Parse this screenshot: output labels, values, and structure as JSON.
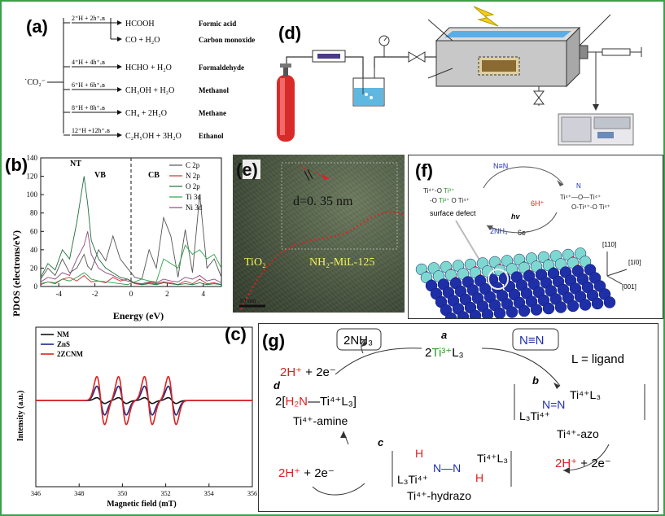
{
  "colors": {
    "frame": "#3aa14a",
    "red": "#e0201f",
    "green": "#2a9a2a",
    "blue": "#1d2fb0"
  },
  "panel_a": {
    "label": "(a)",
    "root": "˙CO₂⁻",
    "reactions": [
      {
        "left": "2⁺H + 2h⁺ᵥʙ",
        "product": "HCOOH",
        "name": "Formic acid"
      },
      {
        "left": "",
        "product": "CO + H₂O",
        "name": "Carbon monoxide"
      },
      {
        "left": "4⁺H + 4h⁺ᵥʙ",
        "product": "HCHO + H₂O",
        "name": "Formaldehyde"
      },
      {
        "left": "6⁺H + 6h⁺ᵥʙ",
        "product": "CH₃OH + H₂O",
        "name": "Methanol"
      },
      {
        "left": "8⁺H + 8h⁺ᵥʙ",
        "product": "CH₄ + 2H₂O",
        "name": "Methane"
      },
      {
        "left": "12⁺H +12h⁺ᵥʙ",
        "product": "C₂H₅OH + 3H₂O",
        "name": "Ethanol"
      }
    ]
  },
  "panel_b": {
    "label": "(b)",
    "nt": "NT",
    "vb": "VB",
    "cb": "CB"
  },
  "panel_c": {
    "label": "(c)"
  },
  "panel_d": {
    "label": "(d)"
  },
  "panel_e": {
    "label": "(e)",
    "d_spacing": "d=0. 35  nm",
    "tio2": "TiO₂",
    "mof": "NH₂-MiL-125",
    "scale": "10 nm"
  },
  "panel_f": {
    "label": "(f)",
    "n2": "N≡N",
    "left_cluster": [
      "Ti⁴⁺—O",
      "Ti³⁺",
      "O",
      "Ti³⁺",
      "O",
      "Ti⁴⁺"
    ],
    "surface_defect": "surface defect",
    "right_cluster": "Ti⁴⁺—O—Ti⁴⁺",
    "six_h": "6H⁺",
    "hv": "hv",
    "nh3": "2NH₃",
    "six_e": "6e⁻",
    "dir_110": "[110]",
    "dir_1bar10": "[1ī0]",
    "dir_001": "[001]"
  },
  "panel_g": {
    "label": "(g)",
    "nh3_box": "2NH₃",
    "n2_box": "N≡N",
    "ligand": "L = ligand",
    "step_a": "a",
    "step_b": "b",
    "step_c": "c",
    "step_d": "d",
    "ti3": "2Ti³⁺L₃",
    "protons_top": "2H⁺ + 2e⁻",
    "protons_right": "2H⁺ + 2e⁻",
    "protons_bottom": "2H⁺ + 2e⁻",
    "amine_formula": "2[H₂N—Ti⁴⁺L₃]",
    "amine_name": "Ti⁴⁺-amine",
    "azo_formula": "[L₃Ti⁴⁺—N=N—Ti⁴⁺L₃]",
    "azo_name": "Ti⁴⁺-azo",
    "hydrazo_name": "Ti⁴⁺-hydrazo"
  },
  "chart_data": [
    {
      "type": "line",
      "panel": "b",
      "xlabel": "Energy (eV)",
      "ylabel": "PDOS (electrons/eV)",
      "xlim": [
        -5,
        5
      ],
      "ylim": [
        0,
        140
      ],
      "xticks": [
        -4,
        -2,
        0,
        2,
        4
      ],
      "yticks": [
        0,
        20,
        40,
        60,
        80,
        100,
        120,
        140
      ],
      "legend": [
        "C 2p",
        "N 2p",
        "O 2p",
        "Ti 3d",
        "Ni 3d"
      ],
      "legend_colors": [
        "#555555",
        "#d03030",
        "#1f6f3f",
        "#2aa14a",
        "#8a4a7a"
      ],
      "x": [
        -5,
        -4.6,
        -4.2,
        -3.8,
        -3.4,
        -3,
        -2.6,
        -2.4,
        -2.2,
        -1.8,
        -1.4,
        -1,
        -0.6,
        -0.2,
        0.2,
        0.6,
        1,
        1.4,
        1.8,
        2.2,
        2.6,
        3,
        3.4,
        3.8,
        4.2,
        4.6,
        5
      ],
      "series": [
        {
          "name": "C 2p",
          "values": [
            8,
            20,
            12,
            30,
            15,
            20,
            35,
            22,
            18,
            40,
            28,
            55,
            30,
            20,
            10,
            8,
            40,
            20,
            75,
            55,
            10,
            62,
            15,
            100,
            20,
            30,
            10
          ]
        },
        {
          "name": "N 2p",
          "values": [
            2,
            5,
            3,
            8,
            10,
            6,
            12,
            8,
            5,
            6,
            4,
            10,
            6,
            8,
            3,
            2,
            4,
            3,
            5,
            4,
            2,
            6,
            3,
            8,
            3,
            4,
            2
          ]
        },
        {
          "name": "O 2p",
          "values": [
            10,
            25,
            18,
            40,
            30,
            70,
            120,
            90,
            50,
            30,
            20,
            15,
            10,
            8,
            4,
            2,
            3,
            2,
            4,
            3,
            2,
            3,
            2,
            4,
            2,
            3,
            2
          ]
        },
        {
          "name": "Ti 3d",
          "values": [
            3,
            5,
            4,
            8,
            6,
            10,
            15,
            12,
            8,
            6,
            5,
            4,
            3,
            2,
            5,
            8,
            6,
            5,
            30,
            25,
            20,
            45,
            35,
            40,
            30,
            35,
            20
          ]
        },
        {
          "name": "Ni 3d",
          "values": [
            5,
            10,
            8,
            15,
            12,
            30,
            45,
            60,
            35,
            20,
            15,
            12,
            8,
            6,
            4,
            3,
            5,
            4,
            8,
            6,
            5,
            10,
            8,
            12,
            6,
            8,
            4
          ]
        }
      ]
    },
    {
      "type": "line",
      "panel": "c",
      "xlabel": "Magnetic field (mT)",
      "ylabel": "Intensity (a.u.)",
      "xlim": [
        346,
        356
      ],
      "xticks": [
        346,
        348,
        350,
        352,
        354,
        356
      ],
      "legend": [
        "NM",
        "ZnS",
        "2ZCNM"
      ],
      "legend_colors": [
        "#111111",
        "#1a2a8a",
        "#e02020"
      ],
      "lines_mT": [
        349.0,
        350.0,
        351.2,
        352.3
      ],
      "series": [
        {
          "name": "NM",
          "amplitude": 0.12
        },
        {
          "name": "ZnS",
          "amplitude": 0.6
        },
        {
          "name": "2ZCNM",
          "amplitude": 1.0
        }
      ]
    }
  ]
}
